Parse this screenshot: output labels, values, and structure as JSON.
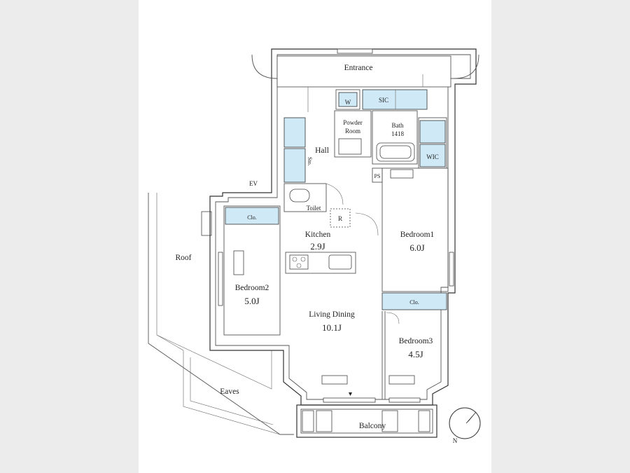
{
  "rooms": {
    "entrance": "Entrance",
    "sic": "SIC",
    "w": "W",
    "powder_line1": "Powder",
    "powder_line2": "Room",
    "bath_line1": "Bath",
    "bath_line2": "1418",
    "hall": "Hall",
    "sto": "Sto.",
    "wic": "WIC",
    "ps": "PS",
    "ev": "EV",
    "toilet": "Toilet",
    "refrigerator": "R",
    "kitchen": "Kitchen",
    "kitchen_area": "2.9J",
    "bedroom1": "Bedroom1",
    "bedroom1_area": "6.0J",
    "clo1": "Clo.",
    "clo2": "Clo.",
    "bedroom2": "Bedroom2",
    "bedroom2_area": "5.0J",
    "living": "Living Dining",
    "living_area": "10.1J",
    "bedroom3": "Bedroom3",
    "bedroom3_area": "4.5J",
    "roof": "Roof",
    "eaves": "Eaves",
    "balcony": "Balcony"
  },
  "compass": {
    "label": "N",
    "icon": "compass-north-icon"
  },
  "colors": {
    "storage": "#cfe9f6",
    "wall": "#333333",
    "background": "#ececec",
    "sheet": "#ffffff"
  }
}
